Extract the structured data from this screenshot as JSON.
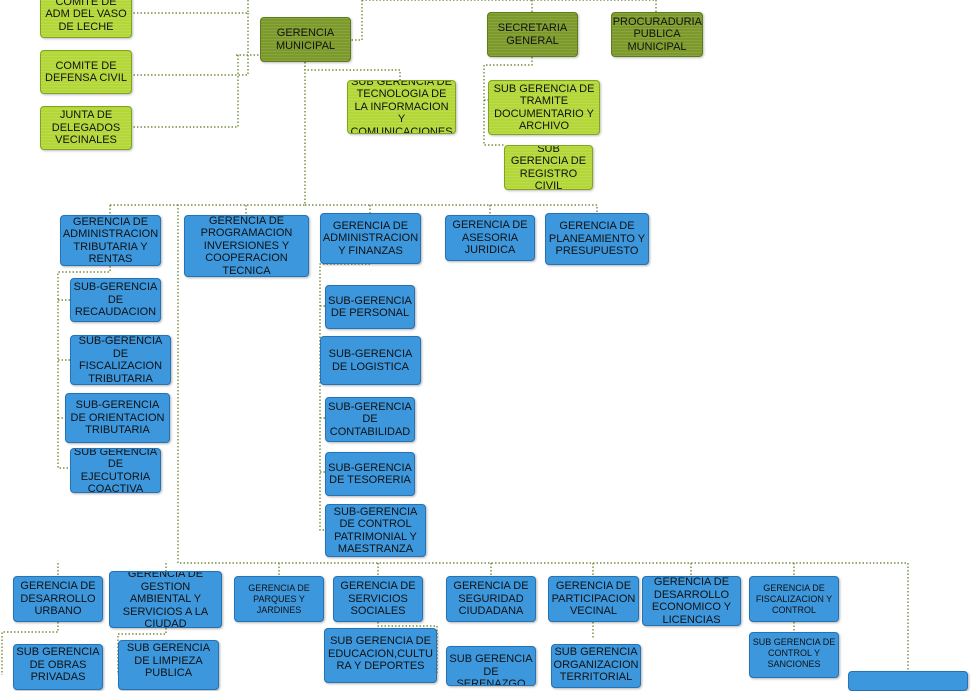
{
  "colors": {
    "dark_green": "#7c9a2a",
    "light_green": "#b3d737",
    "blue": "#3c97dd",
    "connector": "#5a7a1a"
  },
  "nodes": {
    "comite_vaso_leche": "COMITE DE ADM DEL VASO DE LECHE",
    "comite_defensa_civil": "COMITE DE DEFENSA CIVIL",
    "junta_delegados": "JUNTA DE DELEGADOS VECINALES",
    "gerencia_municipal": "GERENCIA MUNICIPAL",
    "secretaria_general": "SECRETARIA GENERAL",
    "procuraduria": "PROCURADURIA PUBLICA MUNICIPAL",
    "sg_tecnologia": "SUB GERENCIA DE TECNOLOGIA DE LA INFORMACION Y COMUNICACIONES",
    "sg_tramite": "SUB GERENCIA DE TRAMITE DOCUMENTARIO Y ARCHIVO",
    "sg_registro_civil": "SUB GERENCIA DE REGISTRO CIVIL",
    "g_admin_tributaria": "GERENCIA DE ADMINISTRACION TRIBUTARIA Y RENTAS",
    "sg_recaudacion": "SUB-GERENCIA DE RECAUDACION",
    "sg_fiscalizacion_tributaria": "SUB-GERENCIA DE FISCALIZACION TRIBUTARIA",
    "sg_orientacion": "SUB-GERENCIA DE ORIENTACION TRIBUTARIA",
    "sg_ejecutoria": "SUB GERENCIA DE EJECUTORIA COACTIVA",
    "g_programacion": "GERENCIA DE PROGRAMACION INVERSIONES Y COOPERACION TECNICA",
    "g_admin_finanzas": "GERENCIA DE ADMINISTRACION Y FINANZAS",
    "sg_personal": "SUB-GERENCIA DE PERSONAL",
    "sg_logistica": "SUB-GERENCIA DE LOGISTICA",
    "sg_contabilidad": "SUB-GERENCIA DE CONTABILIDAD",
    "sg_tesoreria": "SUB-GERENCIA DE TESORERIA",
    "sg_control_patrimonial": "SUB-GERENCIA DE CONTROL PATRIMONIAL Y MAESTRANZA",
    "g_asesoria": "GERENCIA DE ASESORIA JURIDICA",
    "g_planeamiento": "GERENCIA DE PLANEAMIENTO Y PRESUPUESTO",
    "g_desarrollo_urbano": "GERENCIA DE DESARROLLO URBANO",
    "g_gestion_ambiental": "GERENCIA DE GESTION AMBIENTAL Y SERVICIOS A LA CIUDAD",
    "g_parques": "GERENCIA DE PARQUES Y JARDINES",
    "g_servicios_sociales": "GERENCIA DE SERVICIOS SOCIALES",
    "g_seguridad": "GERENCIA DE SEGURIDAD CIUDADANA",
    "g_participacion": "GERENCIA DE PARTICIPACION VECINAL",
    "g_desarrollo_economico": "GERENCIA DE DESARROLLO ECONOMICO Y LICENCIAS",
    "g_fiscalizacion_control": "GERENCIA DE FISCALIZACION Y CONTROL",
    "sg_obras_privadas": "SUB GERENCIA DE OBRAS PRIVADAS",
    "sg_limpieza": "SUB GERENCIA DE LIMPIEZA PUBLICA",
    "sg_educacion": "SUB GERENCIA DE EDUCACION,CULTU RA Y DEPORTES",
    "sg_serenazgo": "SUB GERENCIA DE SERENAZGO",
    "sg_organizacion": "SUB GERENCIA ORGANIZACION TERRITORIAL",
    "sg_control_sanciones": "SUB GERENCIA DE CONTROL Y SANCIONES"
  }
}
